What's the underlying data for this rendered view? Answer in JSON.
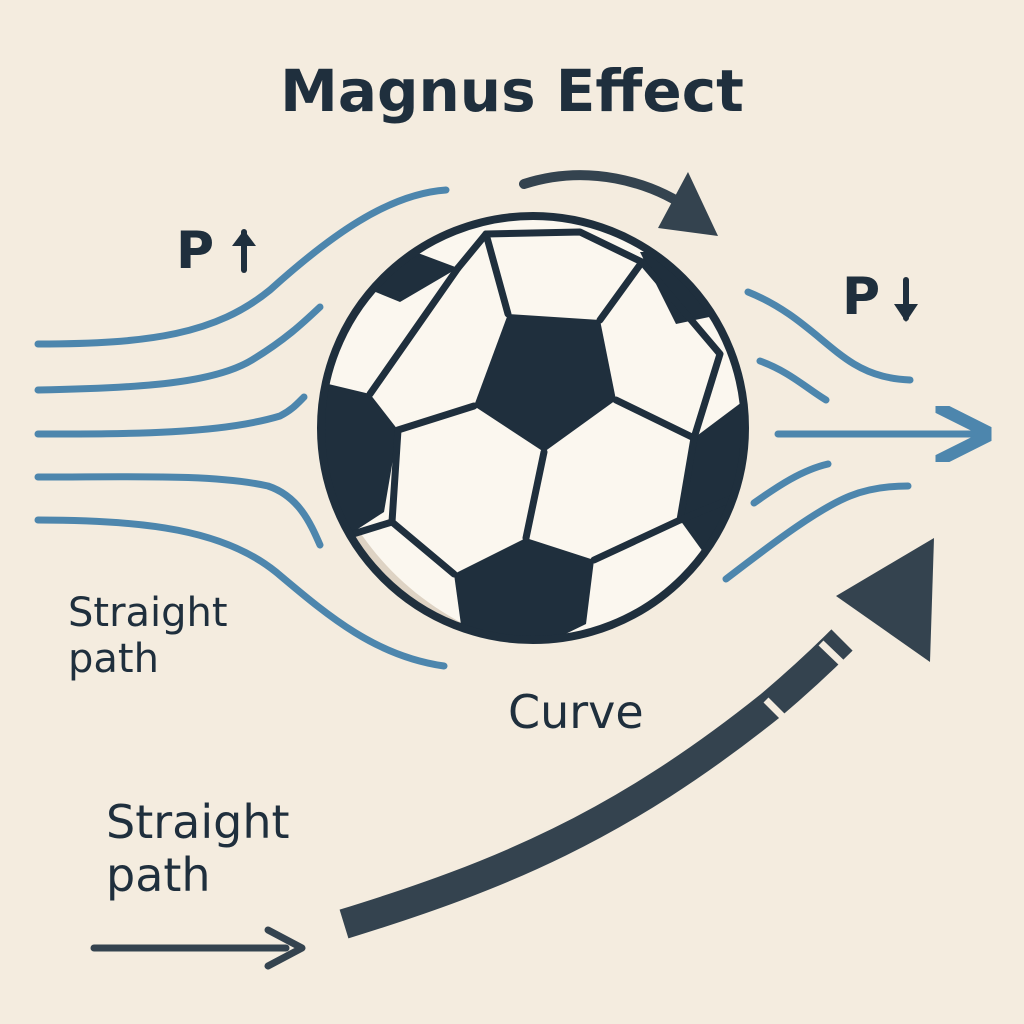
{
  "title": "Magnus Effect",
  "pressure_left": {
    "text": "P",
    "arrow": "up-arrow-icon"
  },
  "pressure_right": {
    "text": "P",
    "arrow": "down-arrow-icon"
  },
  "labels": {
    "straight_path_upper": [
      "Straight",
      "path"
    ],
    "straight_path_lower": [
      "Straight",
      "path"
    ],
    "curve": "Curve"
  },
  "colors": {
    "background": "#f4ecdf",
    "airflow": "#4d86ad",
    "arrow": "#34434f",
    "text": "#1f2f3d",
    "ball_panel": "#1f2f3d",
    "ball_light": "#fbf7ef"
  }
}
